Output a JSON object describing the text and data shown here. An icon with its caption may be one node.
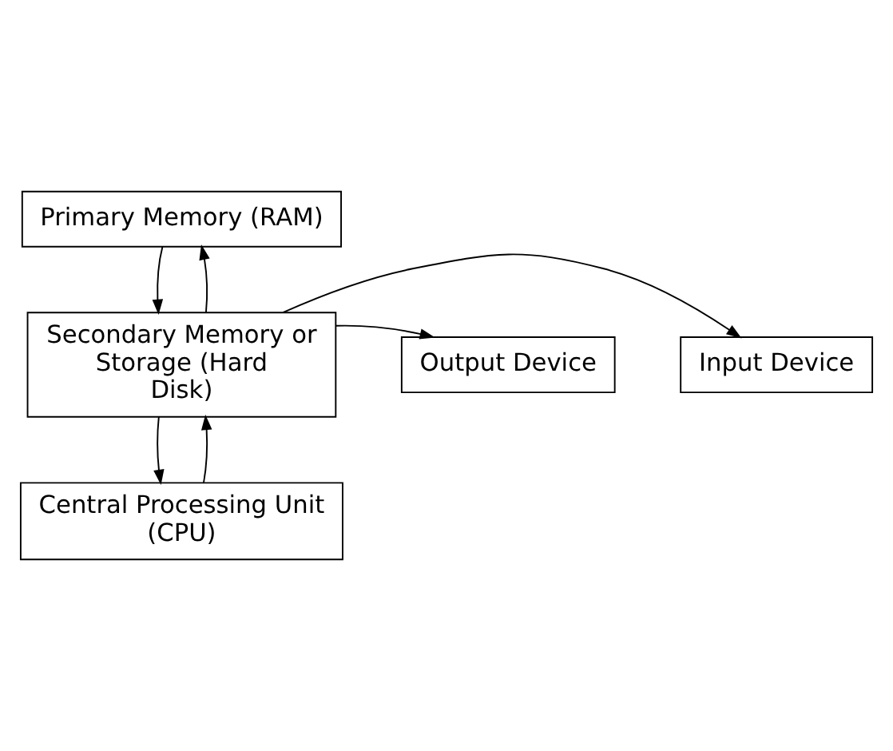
{
  "diagram": {
    "nodes": [
      {
        "text": [
          "Primary Memory (RAM)"
        ]
      },
      {
        "text": [
          "Input Device"
        ]
      },
      {
        "text": [
          "Secondary Memory or Storage (Hard Disk)"
        ]
      },
      {
        "text": [
          "Output Device"
        ]
      },
      {
        "text": [
          "Central Processing Unit (CPU)"
        ]
      }
    ],
    "edges": [
      {
        "from": 2,
        "to": 0,
        "arrow": "to"
      },
      {
        "from": 0,
        "to": 2,
        "arrow": "to"
      },
      {
        "from": 2,
        "to": 1,
        "arrow": "to"
      },
      {
        "from": 2,
        "to": 3,
        "arrow": "to"
      },
      {
        "from": 4,
        "to": 2,
        "arrow": "to"
      },
      {
        "from": 2,
        "to": 4,
        "arrow": "to"
      }
    ]
  }
}
